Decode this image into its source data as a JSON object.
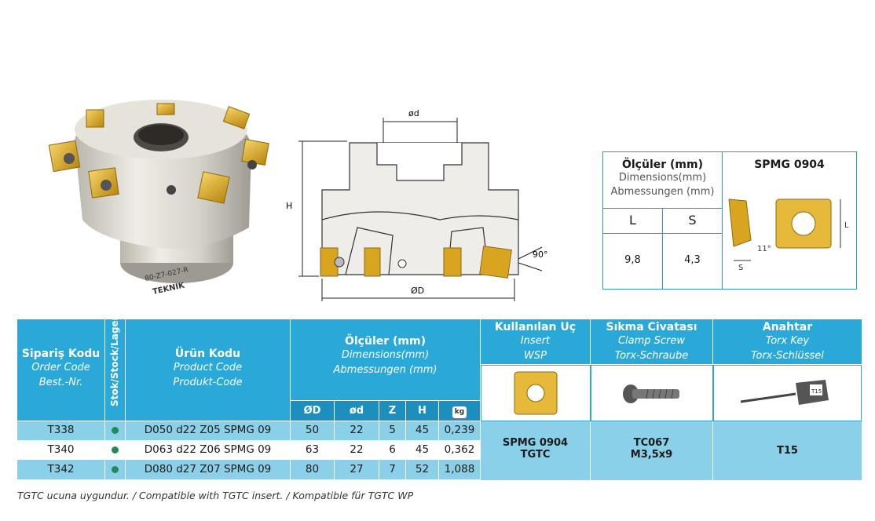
{
  "drawing": {
    "d_label": "ød",
    "H_label": "H",
    "D_label": "ØD",
    "angle_label": "90°",
    "body_text": "80-Z7-027-R",
    "brand": "TEKNIK"
  },
  "dims_box": {
    "title": "Ölçüler (mm)",
    "sub1": "Dimensions(mm)",
    "sub2": "Abmessungen (mm)",
    "insert_name": "SPMG 0904",
    "col_L": "L",
    "col_S": "S",
    "val_L": "9,8",
    "val_S": "4,3",
    "fig_L": "L",
    "fig_S": "S",
    "fig_angle": "11°"
  },
  "table": {
    "h_order": "Sipariş Kodu",
    "h_order_en": "Order Code",
    "h_order_de": "Best.-Nr.",
    "h_stock": "Stok/Stock/Lager",
    "h_product": "Ürün Kodu",
    "h_product_en": "Product Code",
    "h_product_de": "Produkt-Code",
    "h_dims": "Ölçüler (mm)",
    "h_dims_en": "Dimensions(mm)",
    "h_dims_de": "Abmessungen (mm)",
    "h_insert": "Kullanılan Uç",
    "h_insert_en": "Insert",
    "h_insert_de": "WSP",
    "h_screw": "Sıkma Civatası",
    "h_screw_en": "Clamp Screw",
    "h_screw_de": "Torx-Schraube",
    "h_key": "Anahtar",
    "h_key_en": "Torx Key",
    "h_key_de": "Torx-Schlüssel",
    "col_D": "ØD",
    "col_d": "ød",
    "col_Z": "Z",
    "col_H": "H",
    "col_kg": "kg",
    "rows": [
      {
        "order": "T338",
        "product": "D050 d22 Z05 SPMG 09",
        "D": "50",
        "d": "22",
        "Z": "5",
        "H": "45",
        "kg": "0,239"
      },
      {
        "order": "T340",
        "product": "D063 d22 Z06 SPMG 09",
        "D": "63",
        "d": "22",
        "Z": "6",
        "H": "45",
        "kg": "0,362"
      },
      {
        "order": "T342",
        "product": "D080 d27 Z07 SPMG 09",
        "D": "80",
        "d": "27",
        "Z": "7",
        "H": "52",
        "kg": "1,088"
      }
    ],
    "insert_code1": "SPMG 0904",
    "insert_code2": "TGTC",
    "screw_code1": "TC067",
    "screw_code2": "M3,5x9",
    "key_code": "T15",
    "key_tag": "T15"
  },
  "footer": "TGTC ucuna uygundur. / Compatible with TGTC insert. / Kompatible für TGTC WP",
  "colors": {
    "header": "#2aa9d8",
    "row_blue": "#8ad0e9",
    "stock_dot": "#1f8c5a",
    "insert_gold": "#d9a520"
  }
}
